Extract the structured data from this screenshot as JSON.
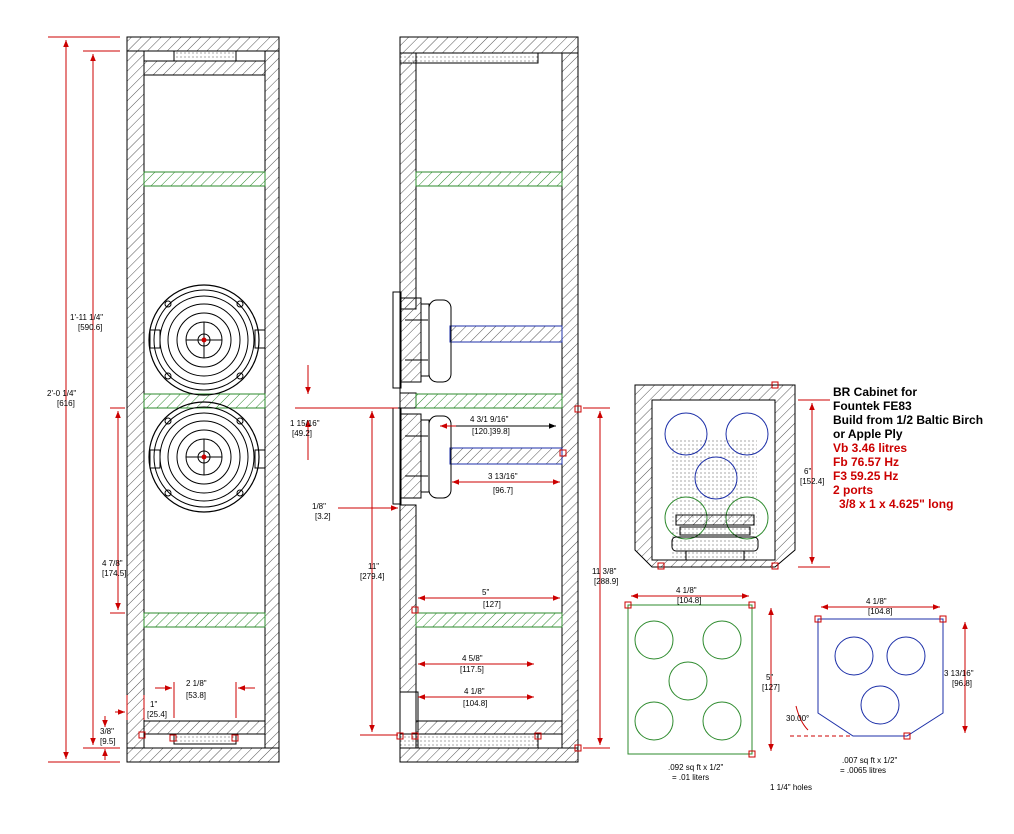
{
  "colors": {
    "dim": "#cc0000",
    "green": "#2e8b2e",
    "blue": "#1c2fa8",
    "black": "#000000",
    "hatch": "#444444"
  },
  "front": {
    "d_total": {
      "ft": "2'-0 1/4\"",
      "mm": "[616]"
    },
    "d_inner": {
      "ft": "1'-11 1/4\"",
      "mm": "[590.6]"
    },
    "d_lower": {
      "ft": "4 7/8\"",
      "mm": "[174.5]"
    },
    "d_port": {
      "ft": "2 1/8\"",
      "mm": "[53.8]"
    },
    "d_gap": {
      "ft": "1\"",
      "mm": "[25.4]"
    },
    "d_ply": {
      "ft": "3/8\"",
      "mm": "[9.5]"
    }
  },
  "side": {
    "d_space": {
      "ft": "1 15/16\"",
      "mm": "[49.2]"
    },
    "d_ply": {
      "ft": "1/8\"",
      "mm": "[3.2]"
    },
    "d_left": {
      "ft": "11\"",
      "mm": "[279.4]"
    },
    "d_right": {
      "ft": "11 3/8\"",
      "mm": "[288.9]"
    },
    "d_depth": {
      "ft": "4 3/1 9/16\"",
      "mm": "[120.]39.8]"
    },
    "d_brace": {
      "ft": "3 13/16\"",
      "mm": "[96.7]"
    },
    "d_shelf": {
      "ft": "5\"",
      "mm": "[127]"
    },
    "d_bot1": {
      "ft": "4 5/8\"",
      "mm": "[117.5]"
    },
    "d_bot2": {
      "ft": "4 1/8\"",
      "mm": "[104.8]"
    }
  },
  "top_view": {
    "d_height": {
      "ft": "6\"",
      "mm": "[152.4]"
    }
  },
  "plate_a": {
    "d_width": {
      "ft": "4 1/8\"",
      "mm": "[104.8]"
    },
    "d_height": {
      "ft": "5\"",
      "mm": "[127]"
    },
    "area": ".092 sq ft x 1/2\"",
    "volume": "= .01 liters"
  },
  "plate_b": {
    "d_width": {
      "ft": "4 1/8\"",
      "mm": "[104.8]"
    },
    "d_height": {
      "ft": "3 13/16\"",
      "mm": "[96.8]"
    },
    "angle": "30.00°",
    "area": ".007 sq ft x 1/2\"",
    "volume": "= .0065 litres"
  },
  "holes_note": "1 1/4\" holes",
  "notes": {
    "title": [
      "BR Cabinet for",
      "Fountek FE83",
      "Build from 1/2 Baltic Birch",
      "or Apple Ply"
    ],
    "specs": [
      "Vb 3.46 litres",
      "Fb 76.57 Hz",
      "F3 59.25 Hz",
      "2 ports",
      "3/8 x 1 x 4.625\" long"
    ]
  }
}
